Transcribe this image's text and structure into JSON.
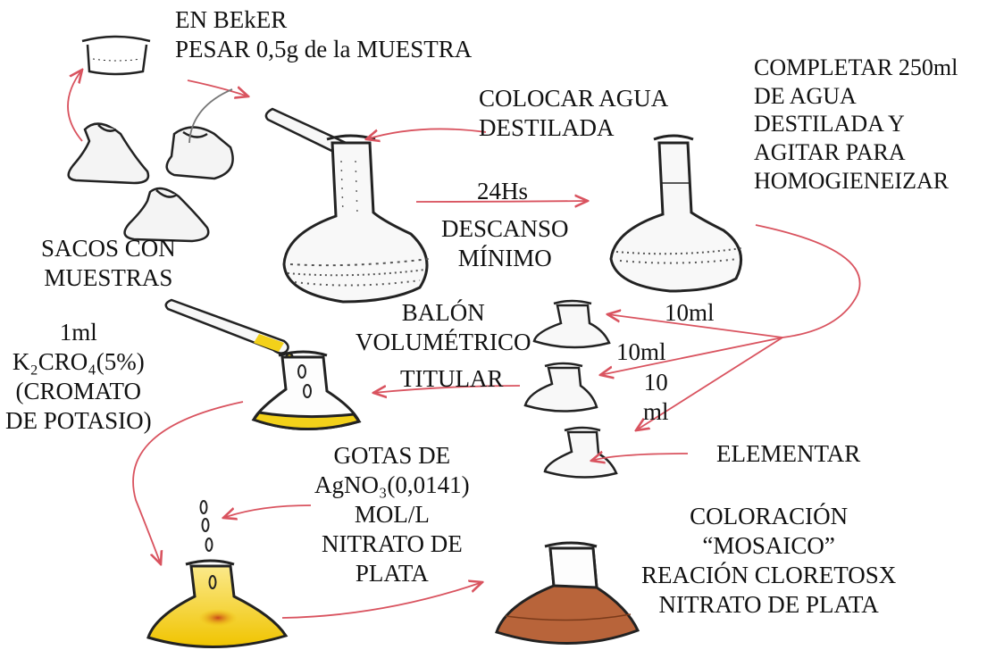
{
  "labels": {
    "beaker": [
      "EN BEkER",
      "PESAR 0,5g de la MUESTRA"
    ],
    "agua": [
      "COLOCAR AGUA",
      "DESTILADA"
    ],
    "completar": [
      "COMPLETAR 250ml",
      "DE AGUA",
      "DESTILADA Y",
      "AGITAR PARA",
      "HOMOGIENEIZAR"
    ],
    "h24": "24Hs",
    "descanso": [
      "DESCANSO",
      "MÍNIMO"
    ],
    "sacos": [
      "SACOS CON",
      "MUESTRAS"
    ],
    "balon": [
      "BALÓN",
      "VOLUMÉTRICO"
    ],
    "titular": "TITULAR",
    "ml_a": "10ml",
    "ml_b": "10ml",
    "ml_c": [
      "10",
      "ml"
    ],
    "cromato": [
      "1ml",
      "K₂CRO₄(5%)",
      "(CROMATO",
      "DE POTASIO)"
    ],
    "elementar": "ELEMENTAR",
    "gotas": [
      "GOTAS DE",
      "AgNO₃(0,0141)",
      "MOL/L",
      "NITRATO DE",
      "PLATA"
    ],
    "coloracion": [
      "COLORACIÓN",
      "“MOSAICO”",
      "REACIÓN CLORETOSX",
      "NITRATO DE PLATA"
    ]
  },
  "colors": {
    "arrow": "#d9535f",
    "ink": "#222222",
    "yellow": "#f3d11a",
    "brown": "#b8643a",
    "dots": "#555555"
  }
}
